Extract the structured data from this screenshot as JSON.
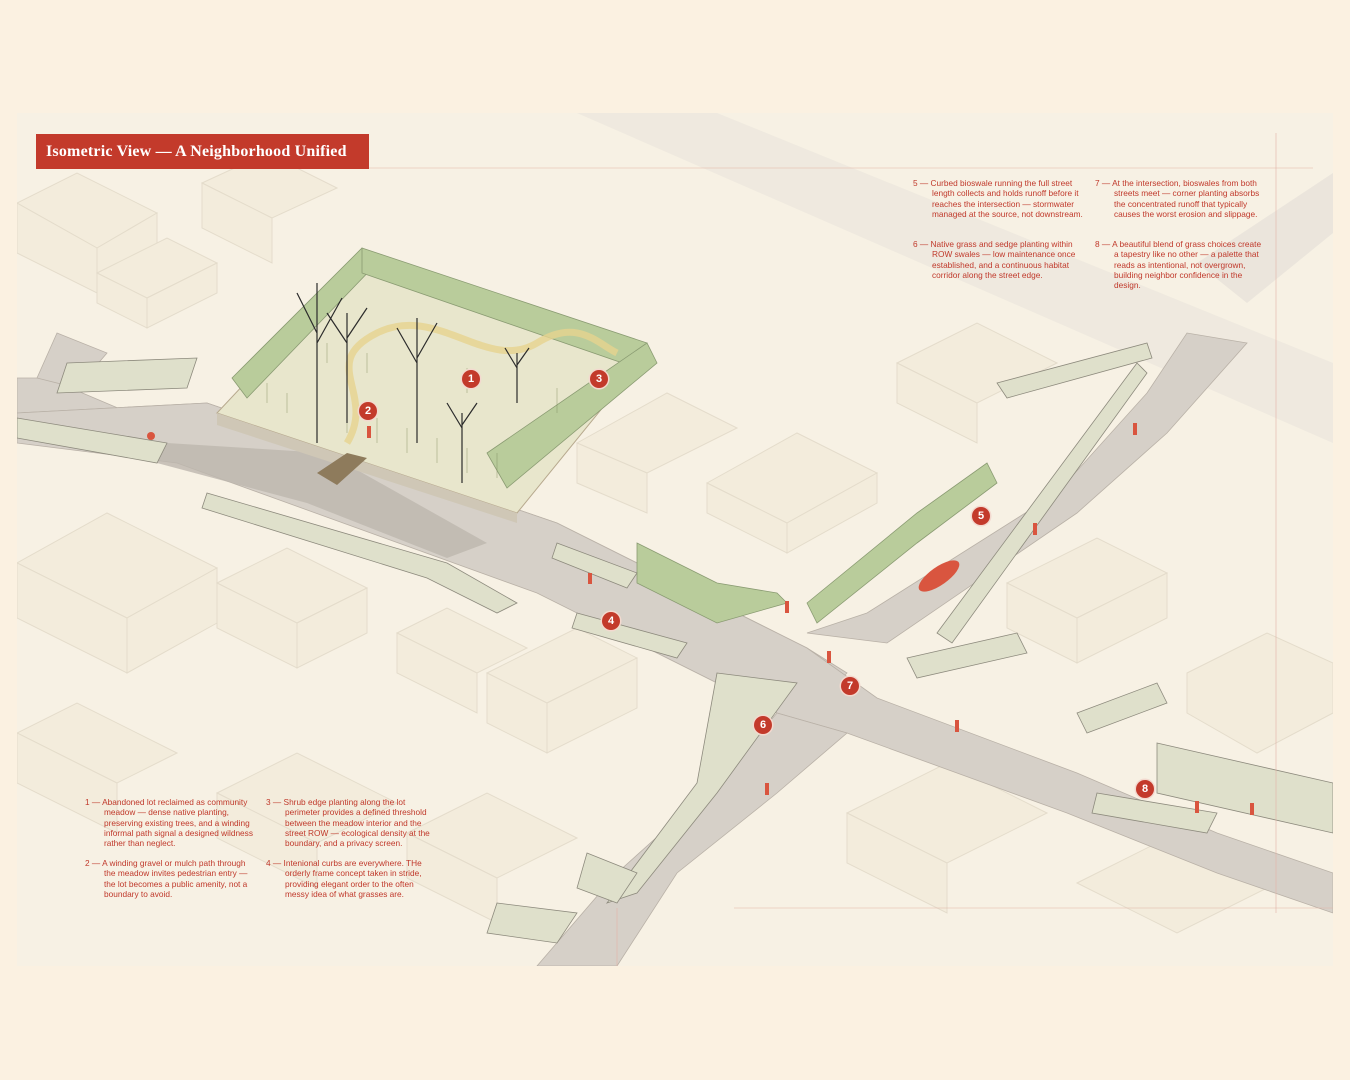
{
  "title": "Isometric View — A Neighborhood Unified",
  "colors": {
    "accent": "#c33a2b",
    "paper": "#f8f2e6",
    "road": "#d3cdc6",
    "planting": "#b7c99a"
  },
  "markers": [
    "1",
    "2",
    "3",
    "4",
    "5",
    "6",
    "7",
    "8"
  ],
  "notes_bottom": [
    {
      "num": "1 —",
      "text": "Abandoned lot reclaimed as community meadow — dense native planting, preserving existing trees, and a winding informal path signal a designed wildness rather than neglect."
    },
    {
      "num": "2 —",
      "text": "A winding gravel or mulch path through the meadow invites pedestrian entry — the lot becomes a public amenity, not a boundary to avoid."
    },
    {
      "num": "3 —",
      "text": "Shrub edge planting along the lot perimeter provides a defined threshold between the meadow interior and the street ROW — ecological density at the boundary, and a privacy screen."
    },
    {
      "num": "4 —",
      "text": "Intenional curbs are everywhere. THe orderly frame concept taken in stride, providing elegant order to the often messy idea of what grasses are."
    }
  ],
  "notes_top": [
    {
      "num": "5 —",
      "text": "Curbed bioswale running the full street length collects and holds runoff before it reaches the intersection — stormwater managed at the source, not downstream."
    },
    {
      "num": "6 —",
      "text": "Native grass and sedge planting within ROW swales — low maintenance once established, and a continuous habitat corridor along the street edge."
    },
    {
      "num": "7 —",
      "text": "At the intersection, bioswales from both streets meet — corner planting absorbs the concentrated runoff that typically causes the worst erosion and slippage."
    },
    {
      "num": "8 —",
      "text": "A beautiful blend of grass choices create a tapestry like no other — a palette that reads as intentional, not overgrown, building neighbor confidence in the design."
    }
  ]
}
